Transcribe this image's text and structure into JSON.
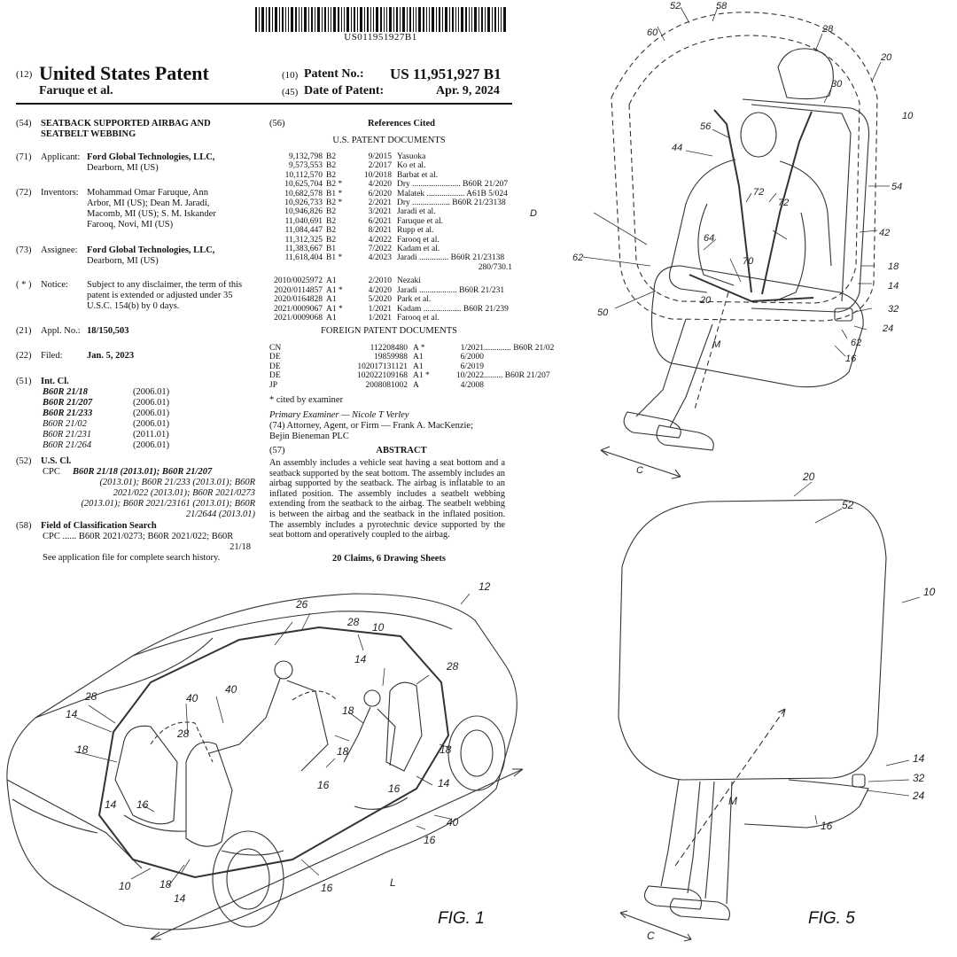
{
  "barcode_number": "US011951927B1",
  "header": {
    "code_12": "(12)",
    "title": "United States Patent",
    "inventors_short": "Faruque et al.",
    "code_10": "(10)",
    "patent_no_label": "Patent No.:",
    "patent_no": "US 11,951,927 B1",
    "code_45": "(45)",
    "date_label": "Date of Patent:",
    "date": "Apr. 9, 2024"
  },
  "left": {
    "s54": {
      "code": "(54)",
      "title": "SEATBACK SUPPORTED AIRBAG AND SEATBELT WEBBING"
    },
    "s71": {
      "code": "(71)",
      "label": "Applicant:",
      "name": "Ford Global Technologies, LLC,",
      "addr": "Dearborn, MI (US)"
    },
    "s72": {
      "code": "(72)",
      "label": "Inventors:",
      "lines": [
        "Mohammad Omar Faruque, Ann",
        "Arbor, MI (US); Dean M. Jaradi,",
        "Macomb, MI (US); S. M. Iskander",
        "Farooq, Novi, MI (US)"
      ]
    },
    "s73": {
      "code": "(73)",
      "label": "Assignee:",
      "name": "Ford Global Technologies, LLC,",
      "addr": "Dearborn, MI (US)"
    },
    "notice": {
      "code": "( * )",
      "label": "Notice:",
      "lines": [
        "Subject to any disclaimer, the term of this",
        "patent is extended or adjusted under 35",
        "U.S.C. 154(b) by 0 days."
      ]
    },
    "s21": {
      "code": "(21)",
      "label": "Appl. No.:",
      "value": "18/150,503"
    },
    "s22": {
      "code": "(22)",
      "label": "Filed:",
      "value": "Jan. 5, 2023"
    },
    "s51": {
      "code": "(51)",
      "label": "Int. Cl.",
      "rows": [
        {
          "cls": "B60R 21/18",
          "date": "(2006.01)"
        },
        {
          "cls": "B60R 21/207",
          "date": "(2006.01)"
        },
        {
          "cls": "B60R 21/233",
          "date": "(2006.01)"
        },
        {
          "cls": "B60R 21/02",
          "date": "(2006.01)"
        },
        {
          "cls": "B60R 21/231",
          "date": "(2011.01)"
        },
        {
          "cls": "B60R 21/264",
          "date": "(2006.01)"
        }
      ]
    },
    "s52": {
      "code": "(52)",
      "label": "U.S. Cl.",
      "cpc": "CPC",
      "lines": [
        "B60R 21/18 (2013.01); B60R 21/207",
        "(2013.01); B60R 21/233 (2013.01); B60R",
        "2021/022 (2013.01); B60R 2021/0273",
        "(2013.01); B60R 2021/23161 (2013.01); B60R",
        "21/2644 (2013.01)"
      ]
    },
    "s58": {
      "code": "(58)",
      "label": "Field of Classification Search",
      "cpc_line": "CPC ...... B60R 2021/0273; B60R 2021/022; B60R",
      "cpc_tail": "21/18",
      "see": "See application file for complete search history."
    }
  },
  "right": {
    "s56": {
      "code": "(56)",
      "label": "References Cited"
    },
    "us_heading": "U.S. PATENT DOCUMENTS",
    "us_refs": [
      {
        "num": "9,132,798",
        "kind": "B2",
        "date": "9/2015",
        "name": "Yasuoka"
      },
      {
        "num": "9,573,553",
        "kind": "B2",
        "date": "2/2017",
        "name": "Ko et al."
      },
      {
        "num": "10,112,570",
        "kind": "B2",
        "date": "10/2018",
        "name": "Barbat et al."
      },
      {
        "num": "10,625,704",
        "kind": "B2 *",
        "date": "4/2020",
        "name": "Dry .......................  B60R 21/207"
      },
      {
        "num": "10,682,578",
        "kind": "B1 *",
        "date": "6/2020",
        "name": "Malatek ..................  A61B 5/024"
      },
      {
        "num": "10,926,733",
        "kind": "B2 *",
        "date": "2/2021",
        "name": "Dry ..................  B60R 21/23138"
      },
      {
        "num": "10,946,826",
        "kind": "B2",
        "date": "3/2021",
        "name": "Jaradi et al."
      },
      {
        "num": "11,040,691",
        "kind": "B2",
        "date": "6/2021",
        "name": "Faruque et al."
      },
      {
        "num": "11,084,447",
        "kind": "B2",
        "date": "8/2021",
        "name": "Rupp et al."
      },
      {
        "num": "11,312,325",
        "kind": "B2",
        "date": "4/2022",
        "name": "Farooq et al."
      },
      {
        "num": "11,383,667",
        "kind": "B1",
        "date": "7/2022",
        "name": "Kadam et al."
      },
      {
        "num": "11,618,404",
        "kind": "B1 *",
        "date": "4/2023",
        "name": "Jaradi ..............  B60R 21/23138"
      }
    ],
    "us_tail": "280/730.1",
    "us_pubs": [
      {
        "num": "2010/0025972",
        "kind": "A1",
        "date": "2/2010",
        "name": "Nezaki"
      },
      {
        "num": "2020/0114857",
        "kind": "A1 *",
        "date": "4/2020",
        "name": "Jaradi ..................  B60R 21/231"
      },
      {
        "num": "2020/0164828",
        "kind": "A1",
        "date": "5/2020",
        "name": "Park et al."
      },
      {
        "num": "2021/0009067",
        "kind": "A1 *",
        "date": "1/2021",
        "name": "Kadam ..................  B60R 21/239"
      },
      {
        "num": "2021/0009068",
        "kind": "A1",
        "date": "1/2021",
        "name": "Farooq et al."
      }
    ],
    "foreign_heading": "FOREIGN PATENT DOCUMENTS",
    "foreign_refs": [
      {
        "cc": "CN",
        "num": "112208480",
        "kind": "A  *",
        "date": "1/2021",
        "cls": ".............  B60R 21/02"
      },
      {
        "cc": "DE",
        "num": "19859988",
        "kind": "A1",
        "date": "6/2000",
        "cls": ""
      },
      {
        "cc": "DE",
        "num": "102017131121",
        "kind": "A1",
        "date": "6/2019",
        "cls": ""
      },
      {
        "cc": "DE",
        "num": "102022109168",
        "kind": "A1 *",
        "date": "10/2022",
        "cls": ".........  B60R 21/207"
      },
      {
        "cc": "JP",
        "num": "2008081002",
        "kind": "A",
        "date": "4/2008",
        "cls": ""
      }
    ],
    "cited": "* cited by examiner",
    "examiner": "Primary Examiner — Nicole T Verley",
    "attorney_lines": [
      "(74) Attorney, Agent, or Firm — Frank A. MacKenzie;",
      "Bejin Bieneman PLC"
    ],
    "s57": {
      "code": "(57)",
      "label": "ABSTRACT"
    },
    "abstract": "An assembly includes a vehicle seat having a seat bottom and a seatback supported by the seat bottom. The assembly includes an airbag supported by the seatback. The airbag is inflatable to an inflated position. The assembly includes a seatbelt webbing extending from the seatback to the airbag. The seatbelt webbing is between the airbag and the seatback in the inflated position. The assembly includes a pyrotechnic device supported by the seat bottom and operatively coupled to the airbag.",
    "claims": "20 Claims, 6 Drawing Sheets"
  },
  "fig_top": {
    "labels": {
      "n52": "52",
      "n58": "58",
      "n60": "60",
      "n28": "28",
      "n20": "20",
      "n30": "30",
      "n10": "10",
      "n56": "56",
      "n44": "44",
      "n72a": "72",
      "n72b": "72",
      "n54": "54",
      "n42": "42",
      "n62a": "62",
      "n64": "64",
      "n18": "18",
      "n70": "70",
      "n14": "14",
      "n20b": "20",
      "n32": "32",
      "n50": "50",
      "n24": "24",
      "n62b": "62",
      "n16": "16",
      "nM": "M",
      "nC": "C",
      "nD": "D"
    }
  },
  "fig1": {
    "caption": "FIG. 1",
    "labels": {
      "n12": "12",
      "n26": "26",
      "n28a": "28",
      "n10a": "10",
      "n14a": "14",
      "n28b": "28",
      "n40a": "40",
      "n28c": "28",
      "n14b": "14",
      "n40b": "40",
      "n18a": "18",
      "n18b": "18",
      "n28d": "28",
      "n14c": "14",
      "n18c": "18",
      "n16a": "16",
      "n16b": "16",
      "n16c": "16",
      "n16d": "16",
      "n40c": "40",
      "n14d": "14",
      "n10b": "10",
      "n18d": "18",
      "n14e": "14",
      "n16e": "16",
      "nL": "L",
      "n18e": "18"
    }
  },
  "fig5": {
    "caption": "FIG. 5",
    "labels": {
      "n20": "20",
      "n52": "52",
      "n10": "10",
      "n14": "14",
      "n32": "32",
      "n24": "24",
      "n16": "16",
      "nM": "M",
      "nC": "C"
    }
  }
}
